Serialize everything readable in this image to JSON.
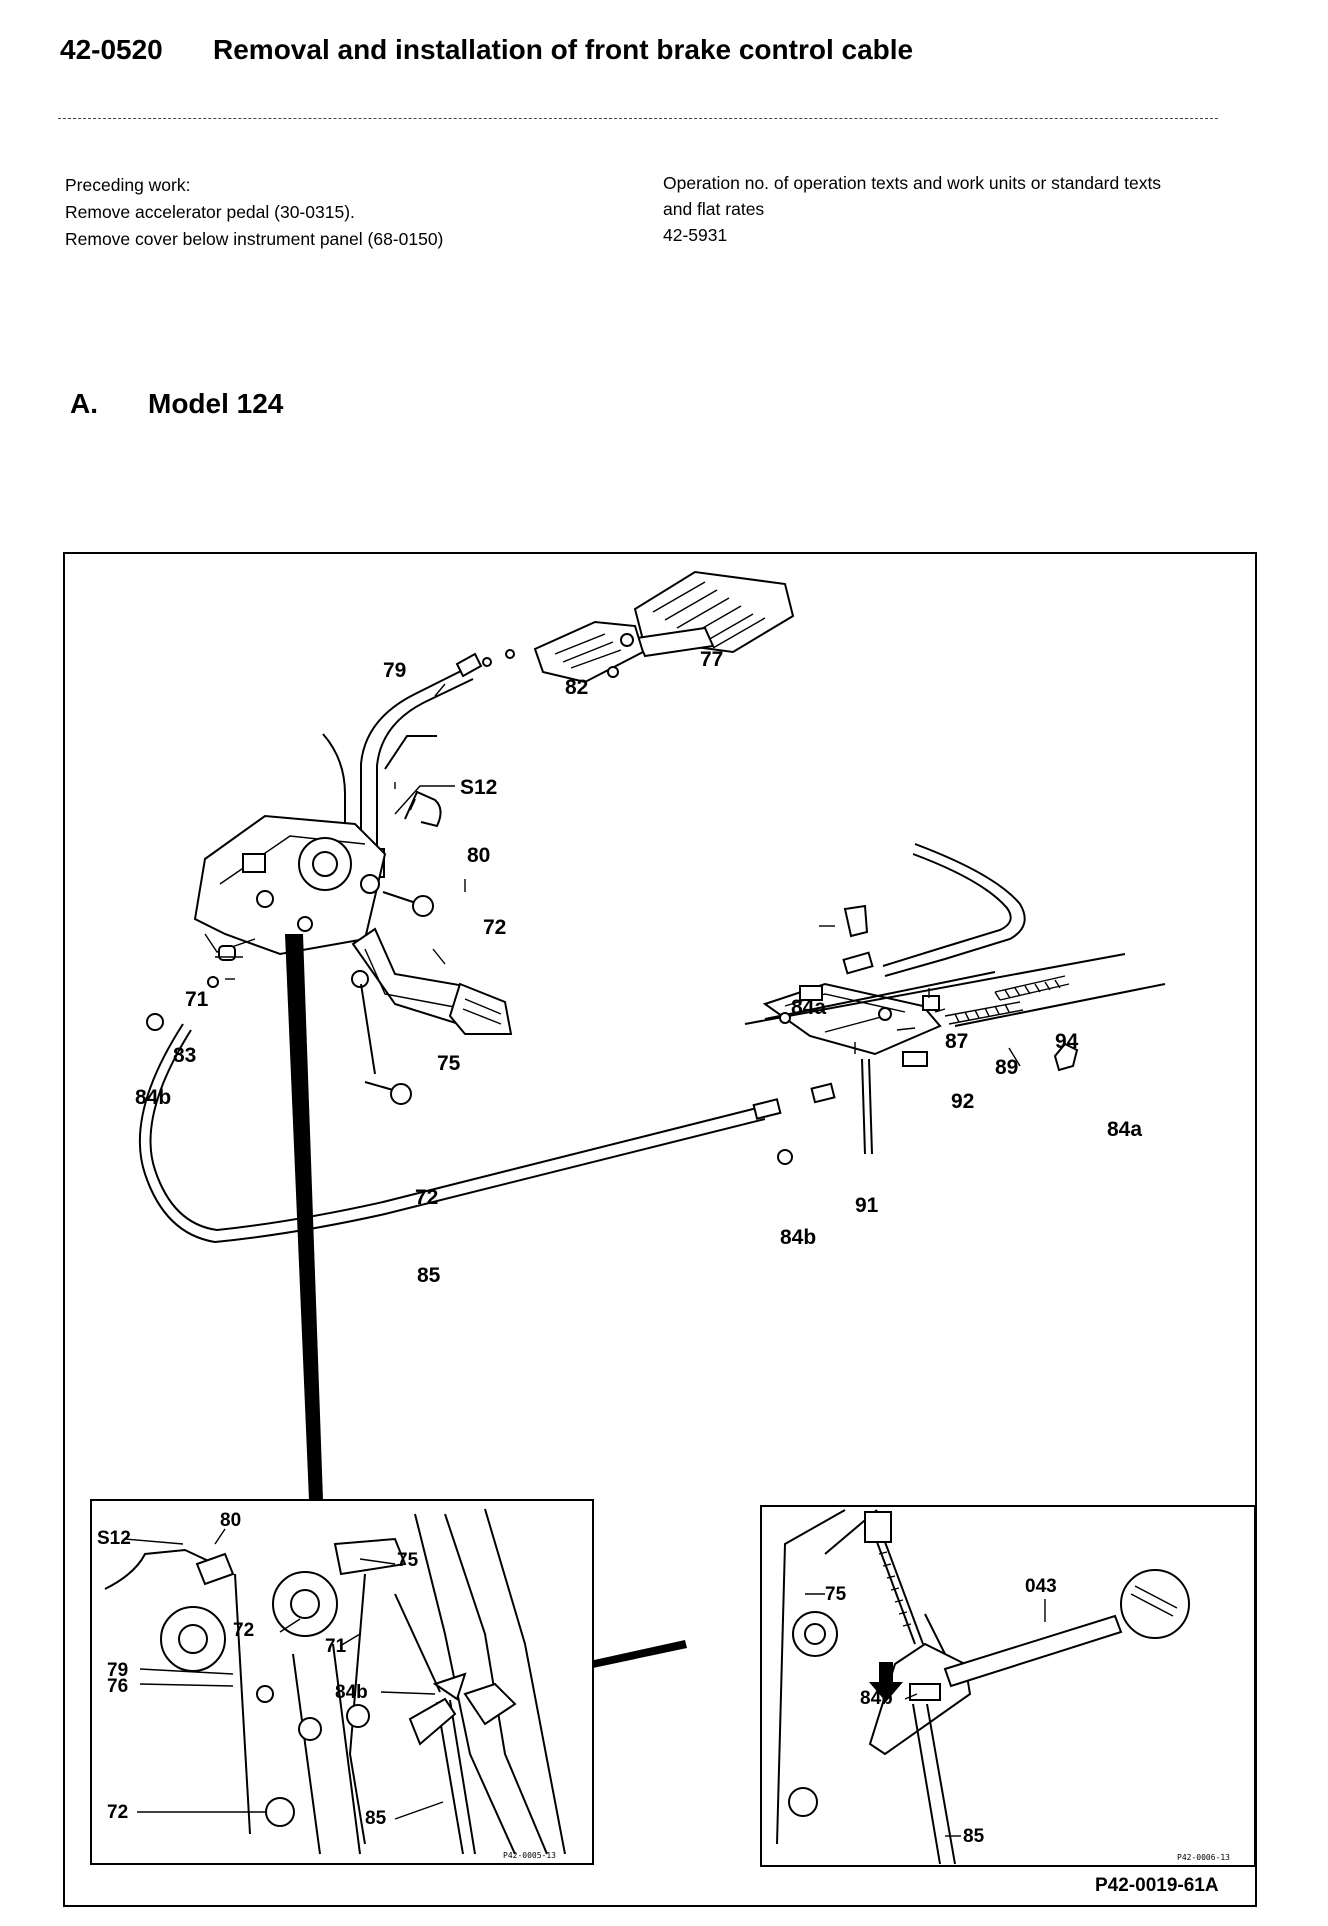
{
  "header": {
    "operation_number": "42-0520",
    "title": "Removal and installation of front brake control cable"
  },
  "preceding_work": {
    "heading": "Preceding work:",
    "items": [
      "Remove accelerator pedal (30-0315).",
      "Remove cover below instrument panel (68-0150)"
    ]
  },
  "operation_info": {
    "line1": "Operation no. of operation texts and work units or standard texts",
    "line2": "and flat rates",
    "number": "42-5931"
  },
  "section": {
    "letter": "A.",
    "title": "Model 124"
  },
  "figure": {
    "callouts": {
      "c79": "79",
      "c82": "82",
      "c77": "77",
      "cS12": "S12",
      "c80": "80",
      "c72a": "72",
      "c71": "71",
      "c83": "83",
      "c84b": "84b",
      "c75": "75",
      "c72b": "72",
      "c84a_top": "84a",
      "c87": "87",
      "c89": "89",
      "c94": "94",
      "c92": "92",
      "c84a_bottom": "84a",
      "c91": "91",
      "c84b_right": "84b",
      "c85": "85"
    },
    "detail_left": {
      "cS12": "S12",
      "c80": "80",
      "c75": "75",
      "c72_top": "72",
      "c71": "71",
      "c79": "79",
      "c76": "76",
      "c84b": "84b",
      "c72_bottom": "72",
      "c85": "85",
      "ref": "P42-0005-13"
    },
    "detail_right": {
      "c75": "75",
      "c043": "043",
      "c84b": "84b",
      "c85": "85",
      "ref": "P42-0006-13"
    },
    "reference": "P42-0019-61A"
  }
}
